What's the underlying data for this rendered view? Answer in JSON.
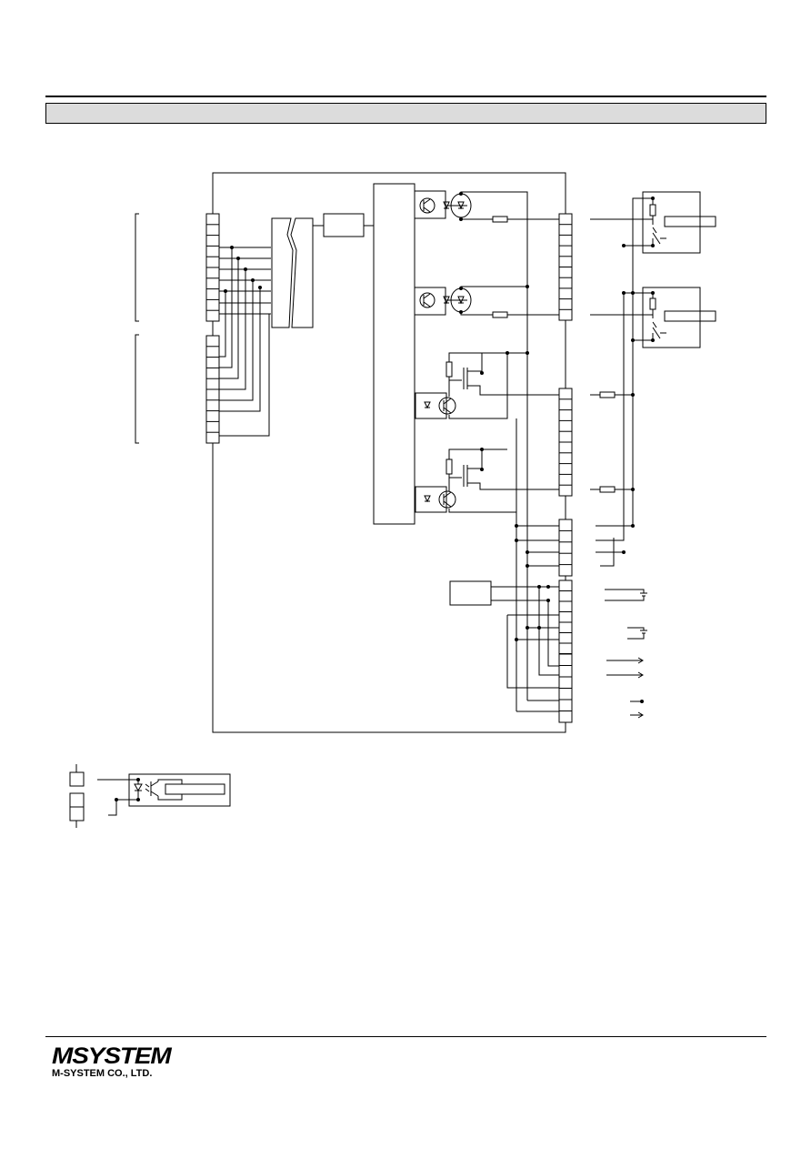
{
  "header": {
    "section_title": ""
  },
  "brand": {
    "logo_text": "MSYSTEM",
    "company_name": "M-SYSTEM CO., LTD."
  },
  "diagram": {
    "terminal_blocks": {
      "left_upper_count": 10,
      "left_lower_count": 10,
      "right_relay_count": 10,
      "right_transistor_count": 10,
      "right_common_count": 5,
      "right_power_count": 7,
      "right_bottom_count": 6
    },
    "labels": []
  }
}
